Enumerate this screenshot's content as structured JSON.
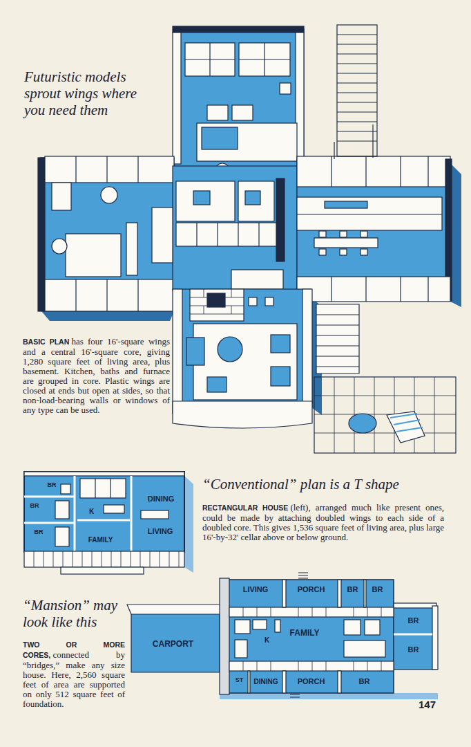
{
  "diagram": {
    "title": "Futuristic models sprout wings where you need them",
    "nodes": [
      {
        "text": [
          "BR"
        ]
      },
      {
        "text": [
          "DINING"
        ]
      },
      {
        "text": [
          "BR"
        ]
      },
      {
        "text": [
          "K"
        ]
      },
      {
        "text": [
          "LIVING"
        ]
      },
      {
        "text": [
          "BR"
        ]
      },
      {
        "text": [
          "FAMILY"
        ]
      },
      {
        "text": [
          "LIVING"
        ]
      },
      {
        "text": [
          "PORCH"
        ]
      },
      {
        "text": [
          "BR"
        ]
      },
      {
        "text": [
          "BR"
        ]
      },
      {
        "text": [
          "BR"
        ]
      },
      {
        "text": [
          "FAMILY"
        ]
      },
      {
        "text": [
          "K"
        ]
      },
      {
        "text": [
          "CARPORT"
        ]
      },
      {
        "text": [
          "BR"
        ]
      },
      {
        "text": [
          "ST"
        ]
      },
      {
        "text": [
          "DINING"
        ]
      },
      {
        "text": [
          "PORCH"
        ]
      },
      {
        "text": [
          "BR"
        ]
      }
    ],
    "labels": [
      "BASIC PLAN",
      "has four 16'-square wings and a central 16'-square core, giving 1,280 square feet of living area, plus basement. Kitchen, baths and furnace are grouped in core. Plastic wings are closed at ends but open at sides, so that non-load-bearing walls or windows of any type can be used.",
      "“Conventional” plan is a T shape",
      "RECTANGULAR HOUSE",
      "(left), arranged much like present ones, could be made by attaching doubled wings to each side of a doubled core. This gives 1,536 square feet of living area, plus large 16'-by-32' cellar above or below ground.",
      "“Mansion” may look like this",
      "TWO OR MORE CORES,",
      "connected by “bridges,” make any size house. Here, 2,560 square feet of area are supported on only 512 square feet of foundation.",
      "147"
    ]
  }
}
